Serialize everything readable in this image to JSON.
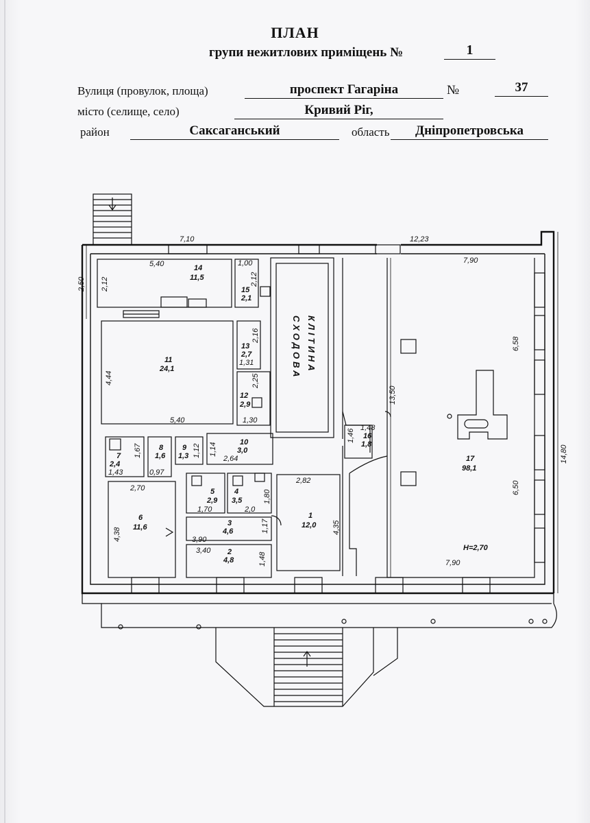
{
  "header": {
    "title": "ПЛАН",
    "subtitle": "групи нежитлових приміщень №",
    "group_number": "1"
  },
  "address": {
    "street_label": "Вулиця (провулок, площа)",
    "street_value": "проспект Гагаріна",
    "number_label": "№",
    "number_value": "37",
    "city_label": "місто (селище, село)",
    "city_value": "Кривий Ріг,",
    "district_label": "район",
    "district_value": "Саксаганський",
    "region_label": "область",
    "region_value": "Дніпропетровська"
  },
  "plan": {
    "stairwell_line1": "СХОДОВА",
    "stairwell_line2": "КЛІТИНА",
    "height": "H=2,70",
    "dimensions": {
      "top_left": "7,10",
      "top_right": "12,23",
      "left_side": "2,50",
      "r14_width": "5,40",
      "r14_height": "2,12",
      "r15_width": "1,00",
      "r15_height": "2,12",
      "r11_height": "4,44",
      "r11_width": "5,40",
      "r13_height": "2,16",
      "r13_width": "1,31",
      "r12_height": "2,25",
      "r12_width": "1,30",
      "r7_side": "1,67",
      "r7_width": "1,43",
      "r8_width": "0,97",
      "r9_side": "1,12",
      "r10_side": "1,14",
      "r10_width": "2,64",
      "r6_width": "2,70",
      "r6_height": "4,38",
      "r5_width": "1,70",
      "r4_width": "2,0",
      "r4_side": "1,80",
      "r3_width": "3,90",
      "r3_side": "1,17",
      "r2_width": "3,40",
      "r2_side": "1,48",
      "r1_width": "2,82",
      "r1_height": "4,35",
      "r16_w": "1,48",
      "r16_h": "1,46",
      "r17_top": "7,90",
      "r17_bottom": "7,90",
      "r17_side1": "6,58",
      "r17_side2": "6,50",
      "r17_total": "14,80",
      "r17_inner": "13,50"
    },
    "rooms": [
      {
        "no": "1",
        "area": "12,0"
      },
      {
        "no": "2",
        "area": "4,8"
      },
      {
        "no": "3",
        "area": "4,6"
      },
      {
        "no": "4",
        "area": "3,5"
      },
      {
        "no": "5",
        "area": "2,9"
      },
      {
        "no": "6",
        "area": "11,6"
      },
      {
        "no": "7",
        "area": "2,4"
      },
      {
        "no": "8",
        "area": "1,6"
      },
      {
        "no": "9",
        "area": "1,3"
      },
      {
        "no": "10",
        "area": "3,0"
      },
      {
        "no": "11",
        "area": "24,1"
      },
      {
        "no": "12",
        "area": "2,9"
      },
      {
        "no": "13",
        "area": "2,7"
      },
      {
        "no": "14",
        "area": "11,5"
      },
      {
        "no": "15",
        "area": "2,1"
      },
      {
        "no": "16",
        "area": "1,8"
      },
      {
        "no": "17",
        "area": "98,1"
      }
    ]
  }
}
